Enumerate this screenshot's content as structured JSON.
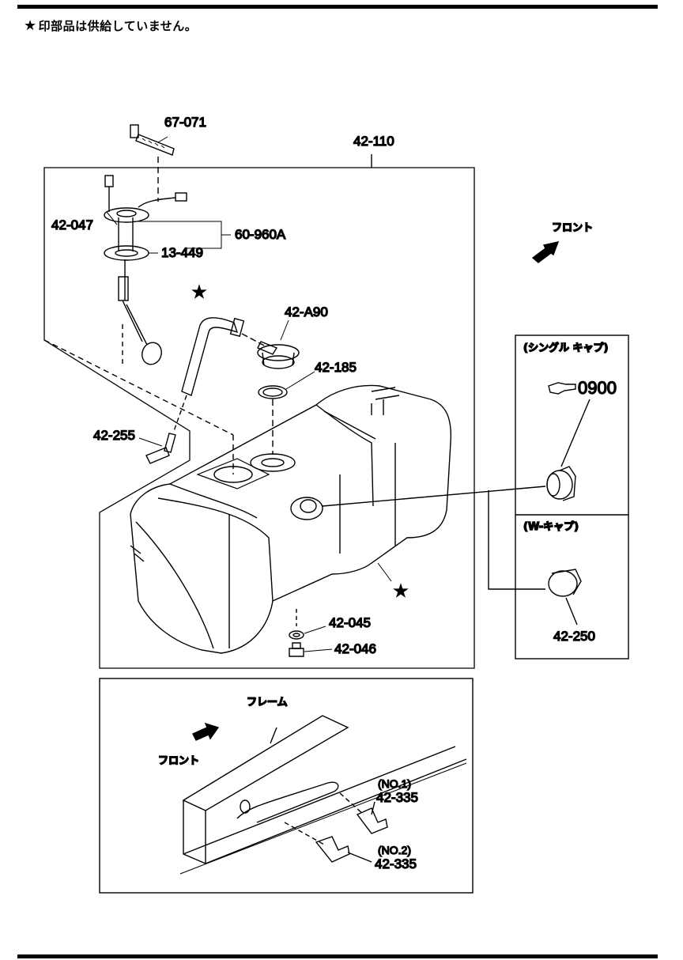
{
  "header": {
    "note_star": "★",
    "note_text": "印部品は供給していません。"
  },
  "labels": {
    "tank_assy": "42-110",
    "wire_clip": "67-071",
    "bolt": "42-047",
    "pump_assy": "60-960A",
    "gasket_pump": "13-449",
    "filler_neck": "42-A90",
    "packing": "42-185",
    "breather": "42-255",
    "washer": "42-045",
    "nut": "42-046",
    "cap_single_ref": "0900",
    "cap_w": "42-250",
    "clip_no1_tag": "(NO.1)",
    "clip_no1": "42-335",
    "clip_no2_tag": "(NO.2)",
    "clip_no2": "42-335"
  },
  "jp_labels": {
    "front_top": "フロント",
    "single_cap": "(シングル キャプ)",
    "w_cap": "(W-キャプ)",
    "frame": "フレーム",
    "front_bottom": "フロント"
  },
  "stars": [
    "★",
    "★"
  ],
  "colors": {
    "ink": "#000000",
    "paper": "#ffffff"
  }
}
